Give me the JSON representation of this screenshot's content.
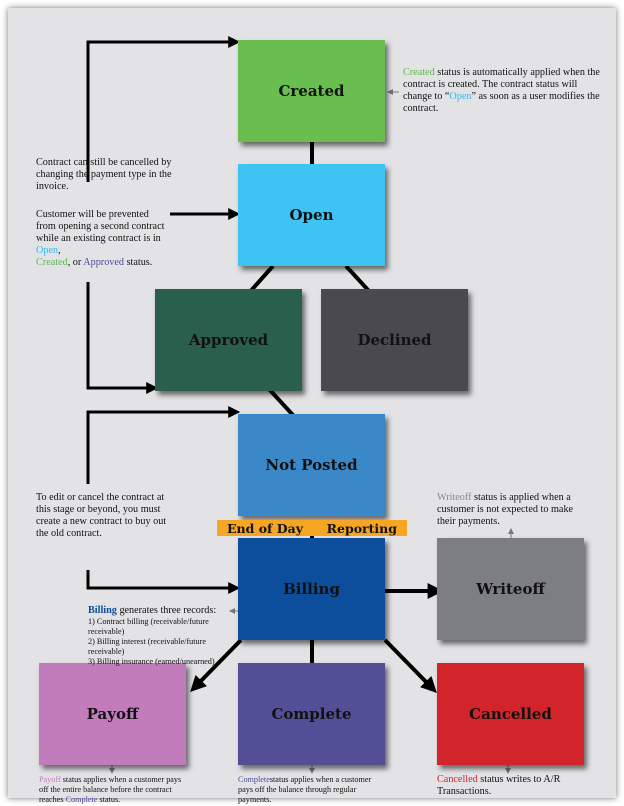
{
  "states": {
    "created": {
      "label": "Created",
      "color": "#6abd4f"
    },
    "open": {
      "label": "Open",
      "color": "#3ec4f2"
    },
    "approved": {
      "label": "Approved",
      "color": "#2a5e4d"
    },
    "declined": {
      "label": "Declined",
      "color": "#4a4a4e"
    },
    "not_posted": {
      "label": "Not Posted",
      "color": "#3b88c9"
    },
    "billing": {
      "label": "Billing",
      "color": "#0c4e9c"
    },
    "writeoff": {
      "label": "Writeoff",
      "color": "#7d7e82"
    },
    "payoff": {
      "label": "Payoff",
      "color": "#c27cbc"
    },
    "complete": {
      "label": "Complete",
      "color": "#524f96"
    },
    "cancelled": {
      "label": "Cancelled",
      "color": "#d1242b"
    }
  },
  "banner": {
    "left": "End of Day",
    "right": "Reporting"
  },
  "notes": {
    "created_kw": "Created",
    "created_text_1": " status is automatically applied when the contract is created. The contract status will change to “",
    "created_open_kw": "Open",
    "created_text_2": "” as soon as a user modifies the contract.",
    "cancel_payment": "Contract can still be cancelled by changing the payment type in the invoice.",
    "prevent_text": "Customer will be prevented from opening a second contract while an existing contract is in ",
    "prevent_open": "Open",
    "prevent_comma": ",",
    "prevent_created": "Created",
    "prevent_or": ", or ",
    "prevent_approved": "Approved",
    "prevent_status": " status.",
    "edit_cancel": "To edit or cancel the contract at this stage or beyond, you must create a new contract to buy out the old contract.",
    "writeoff_kw": "Writeoff",
    "writeoff_text": " status is applied when a customer is not expected to make their payments.",
    "billing_kw": "Billing",
    "billing_text": " generates three records:",
    "billing_items": [
      "1) Contract billing (receivable/future receivable)",
      "2) Billing interest (receivable/future receivable)",
      "3) Billing insurance (earned/unearned)"
    ],
    "payoff_kw": "Payoff",
    "payoff_text": " status applies when a customer pays off the entire balance before the contract reaches ",
    "payoff_complete": "Complete",
    "payoff_end": " status.",
    "complete_kw": "Complete",
    "complete_text": "status applies when a customer pays off the balance through regular payments.",
    "cancelled_kw": "Cancelled",
    "cancelled_text": " status writes to A/R Transactions."
  }
}
